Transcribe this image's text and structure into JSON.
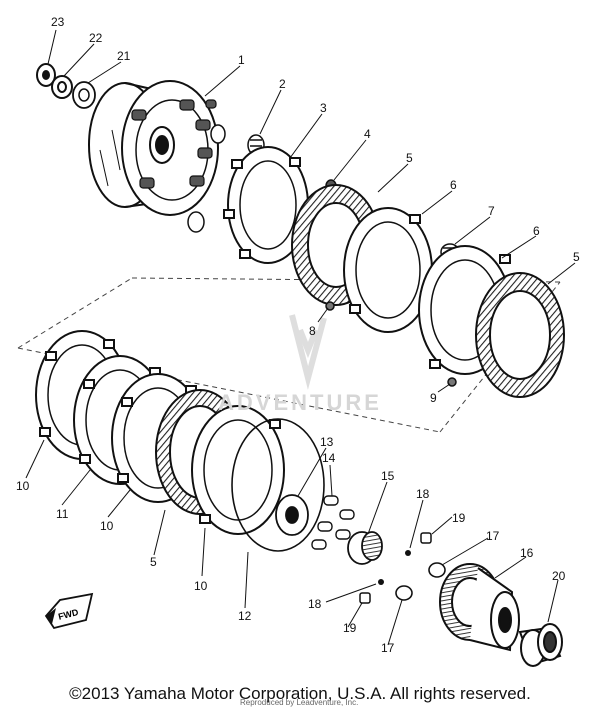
{
  "diagram": {
    "callouts": [
      {
        "id": "c23",
        "text": "23"
      },
      {
        "id": "c22",
        "text": "22"
      },
      {
        "id": "c21",
        "text": "21"
      },
      {
        "id": "c1",
        "text": "1"
      },
      {
        "id": "c2",
        "text": "2"
      },
      {
        "id": "c3",
        "text": "3"
      },
      {
        "id": "c4",
        "text": "4"
      },
      {
        "id": "c5a",
        "text": "5"
      },
      {
        "id": "c6a",
        "text": "6"
      },
      {
        "id": "c7",
        "text": "7"
      },
      {
        "id": "c6b",
        "text": "6"
      },
      {
        "id": "c5b",
        "text": "5"
      },
      {
        "id": "c8",
        "text": "8"
      },
      {
        "id": "c9",
        "text": "9"
      },
      {
        "id": "c10a",
        "text": "10"
      },
      {
        "id": "c11",
        "text": "11"
      },
      {
        "id": "c10b",
        "text": "10"
      },
      {
        "id": "c5c",
        "text": "5"
      },
      {
        "id": "c10c",
        "text": "10"
      },
      {
        "id": "c12",
        "text": "12"
      },
      {
        "id": "c13",
        "text": "13"
      },
      {
        "id": "c14",
        "text": "14"
      },
      {
        "id": "c15",
        "text": "15"
      },
      {
        "id": "c18a",
        "text": "18"
      },
      {
        "id": "c19a",
        "text": "19"
      },
      {
        "id": "c17a",
        "text": "17"
      },
      {
        "id": "c16",
        "text": "16"
      },
      {
        "id": "c20",
        "text": "20"
      },
      {
        "id": "c18b",
        "text": "18"
      },
      {
        "id": "c19b",
        "text": "19"
      },
      {
        "id": "c17b",
        "text": "17"
      }
    ],
    "fwd_label": "FWD",
    "watermark": "ADVENTURE"
  },
  "footer": {
    "copyright": "©2013 Yamaha Motor Corporation, U.S.A. All rights reserved.",
    "credit": "Reproduced by Leadventure, Inc."
  }
}
